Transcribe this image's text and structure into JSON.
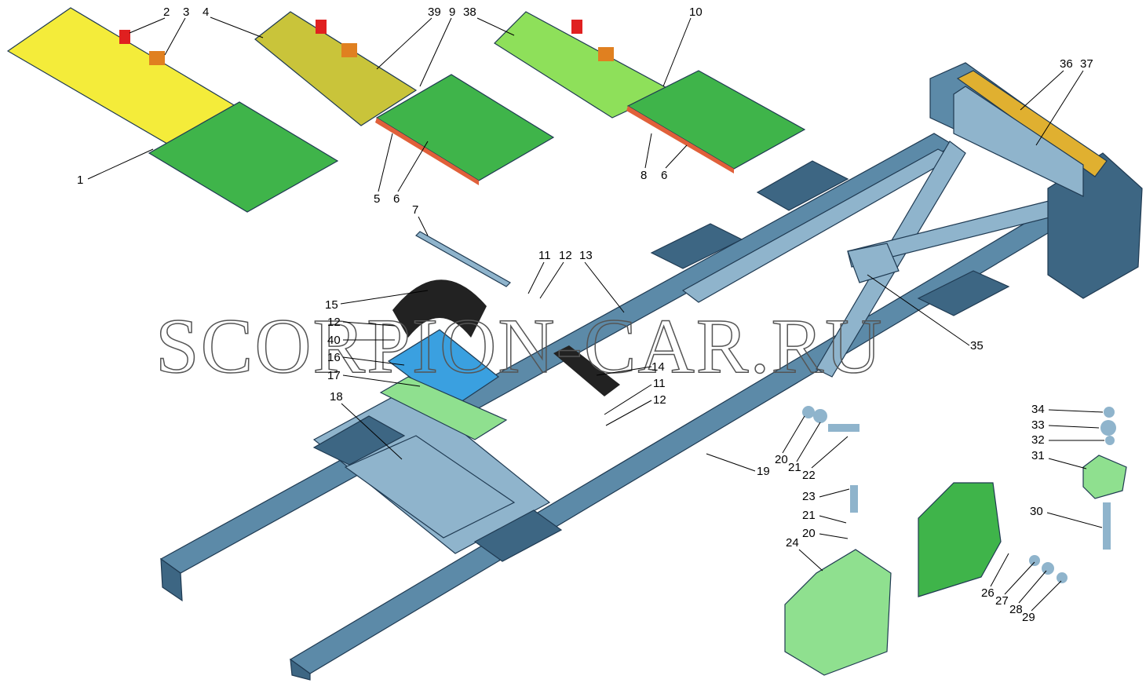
{
  "watermark": "SCORPION-CAR.RU",
  "colors": {
    "frame": "#5c8aa8",
    "frame_dark": "#3d6683",
    "frame_light": "#8fb4cc",
    "rail_yellow": "#f4ec3a",
    "rail_olive": "#c9c43a",
    "rail_lime": "#8ee05a",
    "plate_green": "#3fb44a",
    "plate_orange": "#e0603a",
    "part_red": "#e02020",
    "part_orange": "#e08020",
    "tube_gold": "#e0b030",
    "block_lightgreen": "#8fe08f",
    "blue_bracket": "#3aa0e0",
    "rubber_black": "#222222"
  },
  "callouts": [
    {
      "id": "c1",
      "text": "1"
    },
    {
      "id": "c2",
      "text": "2"
    },
    {
      "id": "c3",
      "text": "3"
    },
    {
      "id": "c4",
      "text": "4"
    },
    {
      "id": "c39",
      "text": "39"
    },
    {
      "id": "c9",
      "text": "9"
    },
    {
      "id": "c38",
      "text": "38"
    },
    {
      "id": "c10",
      "text": "10"
    },
    {
      "id": "c36",
      "text": "36"
    },
    {
      "id": "c37",
      "text": "37"
    },
    {
      "id": "c5",
      "text": "5"
    },
    {
      "id": "c6a",
      "text": "6"
    },
    {
      "id": "c7",
      "text": "7"
    },
    {
      "id": "c8",
      "text": "8"
    },
    {
      "id": "c6b",
      "text": "6"
    },
    {
      "id": "c11a",
      "text": "11"
    },
    {
      "id": "c12a",
      "text": "12"
    },
    {
      "id": "c13",
      "text": "13"
    },
    {
      "id": "c15",
      "text": "15"
    },
    {
      "id": "c12b",
      "text": "12"
    },
    {
      "id": "c40",
      "text": "40"
    },
    {
      "id": "c16",
      "text": "16"
    },
    {
      "id": "c17",
      "text": "17"
    },
    {
      "id": "c14",
      "text": "14"
    },
    {
      "id": "c11b",
      "text": "11"
    },
    {
      "id": "c12c",
      "text": "12"
    },
    {
      "id": "c18",
      "text": "18"
    },
    {
      "id": "c35",
      "text": "35"
    },
    {
      "id": "c19",
      "text": "19"
    },
    {
      "id": "c20a",
      "text": "20"
    },
    {
      "id": "c21a",
      "text": "21"
    },
    {
      "id": "c22",
      "text": "22"
    },
    {
      "id": "c34",
      "text": "34"
    },
    {
      "id": "c33",
      "text": "33"
    },
    {
      "id": "c32",
      "text": "32"
    },
    {
      "id": "c31",
      "text": "31"
    },
    {
      "id": "c30",
      "text": "30"
    },
    {
      "id": "c23",
      "text": "23"
    },
    {
      "id": "c21b",
      "text": "21"
    },
    {
      "id": "c20b",
      "text": "20"
    },
    {
      "id": "c24",
      "text": "24"
    },
    {
      "id": "c26",
      "text": "26"
    },
    {
      "id": "c27",
      "text": "27"
    },
    {
      "id": "c28",
      "text": "28"
    },
    {
      "id": "c29",
      "text": "29"
    }
  ]
}
